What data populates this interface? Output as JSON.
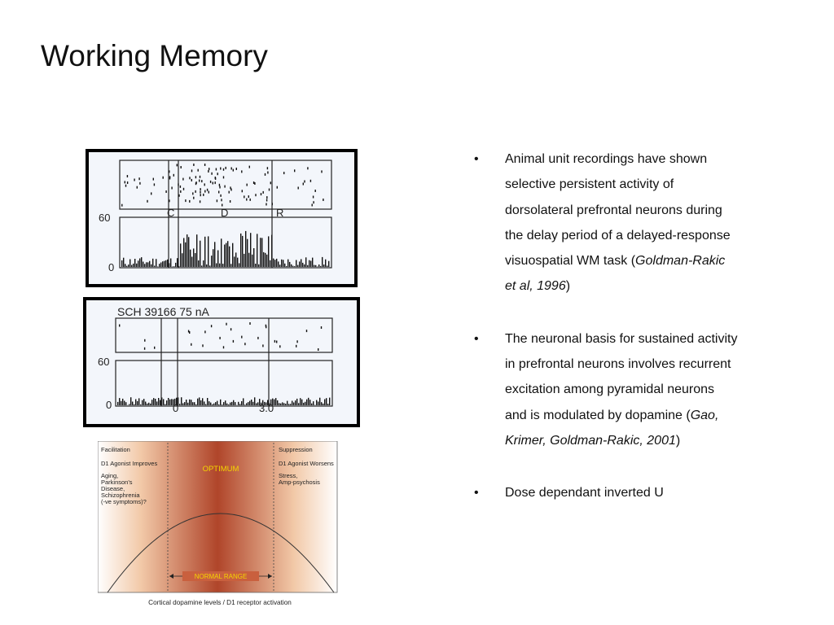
{
  "slide": {
    "title": "Working Memory"
  },
  "figures": {
    "recording_top": {
      "y_tick_top": "60",
      "y_tick_bottom": "0",
      "epoch_labels": [
        "C",
        "D",
        "R"
      ]
    },
    "recording_bottom": {
      "header": "SCH 39166   75 nA",
      "y_tick_top": "60",
      "y_tick_bottom": "0",
      "x_tick_start": "0",
      "x_tick_end": "3.0"
    },
    "inverted_u": {
      "left_heading": "Facilitation",
      "left_subheading": "D1 Agonist Improves",
      "left_conditions": [
        "Aging,",
        "Parkinson's",
        "Disease,",
        "Schizophrenia",
        "(-ve symptoms)?"
      ],
      "right_heading": "Suppression",
      "right_subheading": "D1 Agonist Worsens",
      "right_conditions": [
        "Stress,",
        "Amp-psychosis"
      ],
      "optimum_label": "OPTIMUM",
      "normal_range_label": "NORMAL RANGE",
      "x_axis_label": "Cortical dopamine levels / D1 receptor activation",
      "colors": {
        "optimum_text": "#f4d400",
        "peak": "#b0452a",
        "edge": "#ffffff"
      }
    }
  },
  "bullets": [
    {
      "marker": "•",
      "text": "Animal unit recordings have shown selective persistent activity of dorsolateral prefrontal neurons during the delay period of a delayed-response visuospatial WM task (",
      "citation": "Goldman-Rakic et al, 1996",
      "after": ")"
    },
    {
      "marker": "•",
      "text": "The neuronal basis for sustained activity in prefrontal neurons involves recurrent excitation among pyramidal neurons and is modulated by dopamine (",
      "citation": "Gao, Krimer, Goldman-Rakic, 2001",
      "after": ")"
    },
    {
      "marker": "•",
      "text": "Dose dependant inverted U",
      "citation": "",
      "after": ""
    }
  ]
}
